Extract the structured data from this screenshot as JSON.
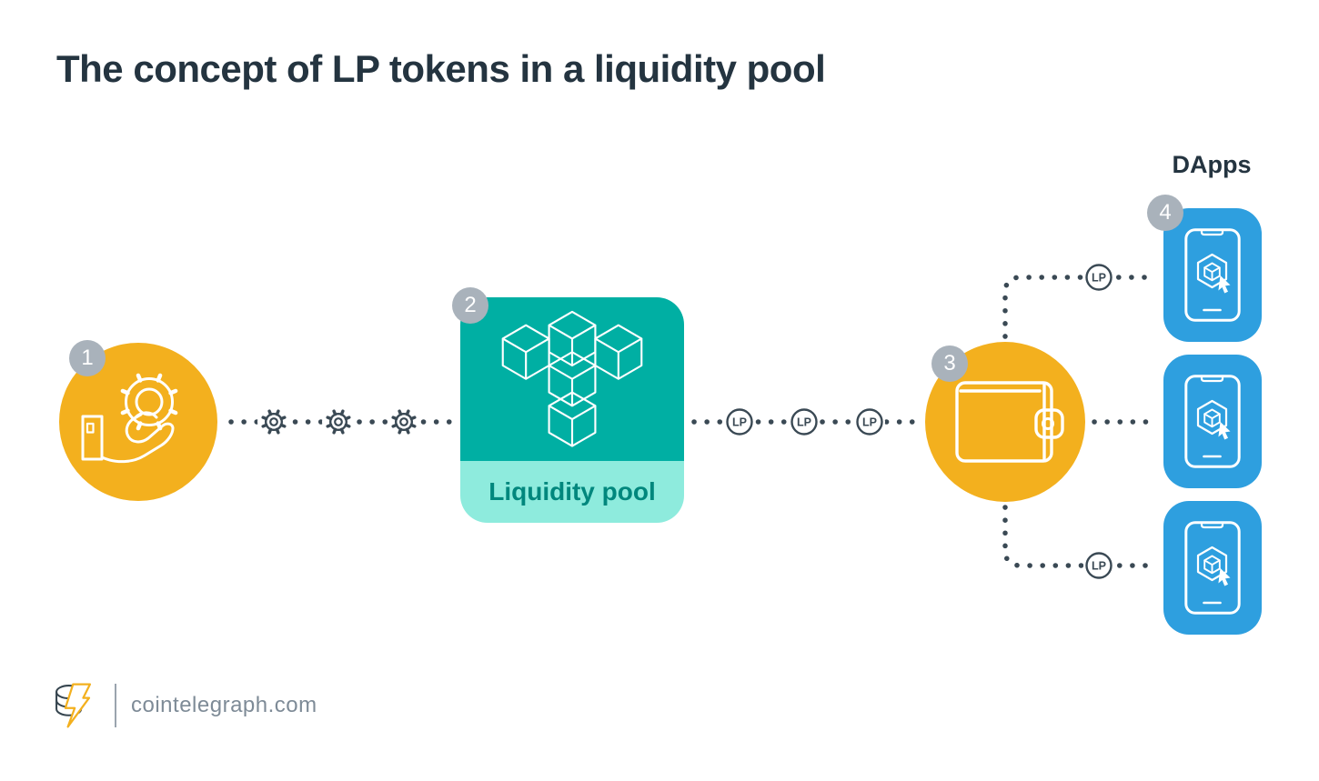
{
  "title": "The concept of LP tokens in a liquidity pool",
  "steps": [
    {
      "number": "1",
      "name": "provide-assets",
      "icon": "hand-holding-gear-icon"
    },
    {
      "number": "2",
      "name": "liquidity-pool",
      "label": "Liquidity pool",
      "icon": "cube-cluster-icon"
    },
    {
      "number": "3",
      "name": "wallet",
      "icon": "wallet-icon"
    },
    {
      "number": "4",
      "name": "dapps",
      "label": "DApps",
      "icon": "dapp-phone-icon",
      "phone_count": 3
    }
  ],
  "connectors": {
    "lp_label": "LP",
    "gear_icon": "gear-icon",
    "gear_count": 3,
    "lp_tokens_main_line": 3,
    "lp_tokens_branch_lines": 2
  },
  "footer": {
    "site": "cointelegraph.com",
    "logo_icon": "cointelegraph-coins-bolt-logo"
  },
  "colors": {
    "background": "#FFFFFF",
    "accent_yellow": "#F3B01E",
    "teal": "#00AFA3",
    "mint_band": "#8EEBDD",
    "teal_text": "#00877D",
    "dapp_blue": "#2E9FDF",
    "connector_slate": "#3A4954",
    "badge_gray": "#A9B2BB",
    "title_text": "#243440",
    "footer_text": "#7E8B97"
  }
}
